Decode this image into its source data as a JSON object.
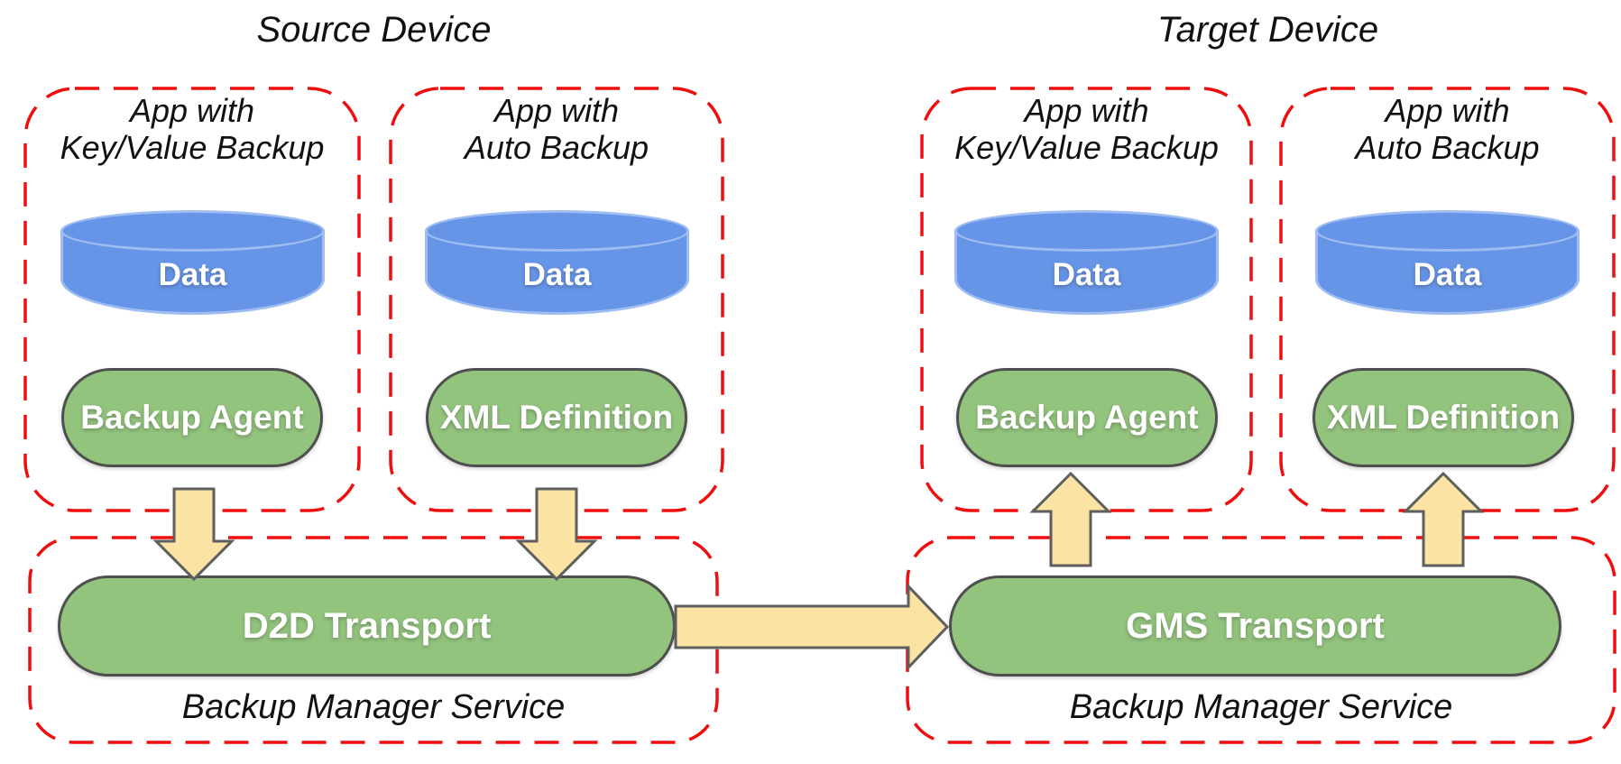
{
  "colors": {
    "boundary_red": "#ee0e0e",
    "component_green": "#93c47d",
    "component_border": "#4f4f4f",
    "arrow_yellow": "#fbe3a3",
    "arrow_border": "#5e5e5e",
    "data_blue": "#6695e8",
    "data_blue_border": "#9fbdf3",
    "label_text": "#111111",
    "shape_text": "#ffffff"
  },
  "source": {
    "title": "Source Device",
    "apps": [
      {
        "name_line1": "App with",
        "name_line2": "Key/Value Backup",
        "data": "Data",
        "component": "Backup Agent"
      },
      {
        "name_line1": "App with",
        "name_line2": "Auto Backup",
        "data": "Data",
        "component": "XML Definition"
      }
    ],
    "service": {
      "transport": "D2D Transport",
      "name": "Backup Manager Service"
    }
  },
  "target": {
    "title": "Target Device",
    "apps": [
      {
        "name_line1": "App with",
        "name_line2": "Key/Value Backup",
        "data": "Data",
        "component": "Backup Agent"
      },
      {
        "name_line1": "App with",
        "name_line2": "Auto Backup",
        "data": "Data",
        "component": "XML Definition"
      }
    ],
    "service": {
      "transport": "GMS Transport",
      "name": "Backup Manager Service"
    }
  }
}
